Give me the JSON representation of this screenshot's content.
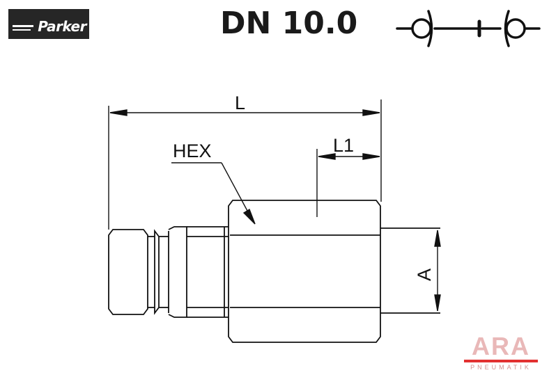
{
  "header": {
    "brand_logo_text": "Parker",
    "title": "DN 10.0"
  },
  "icons": {
    "brand": "parker-logo",
    "coupling_symbol": "quick-coupling-check-valve-symbol"
  },
  "drawing": {
    "labels": {
      "length": "L",
      "length1": "L1",
      "hex": "HEX",
      "diameter": "A"
    }
  },
  "watermark": {
    "brand": "ARA",
    "subtitle": "PNEUMATIK"
  },
  "colors": {
    "logo_background": "#262626",
    "watermark_red": "#e23030",
    "line": "#111111"
  }
}
